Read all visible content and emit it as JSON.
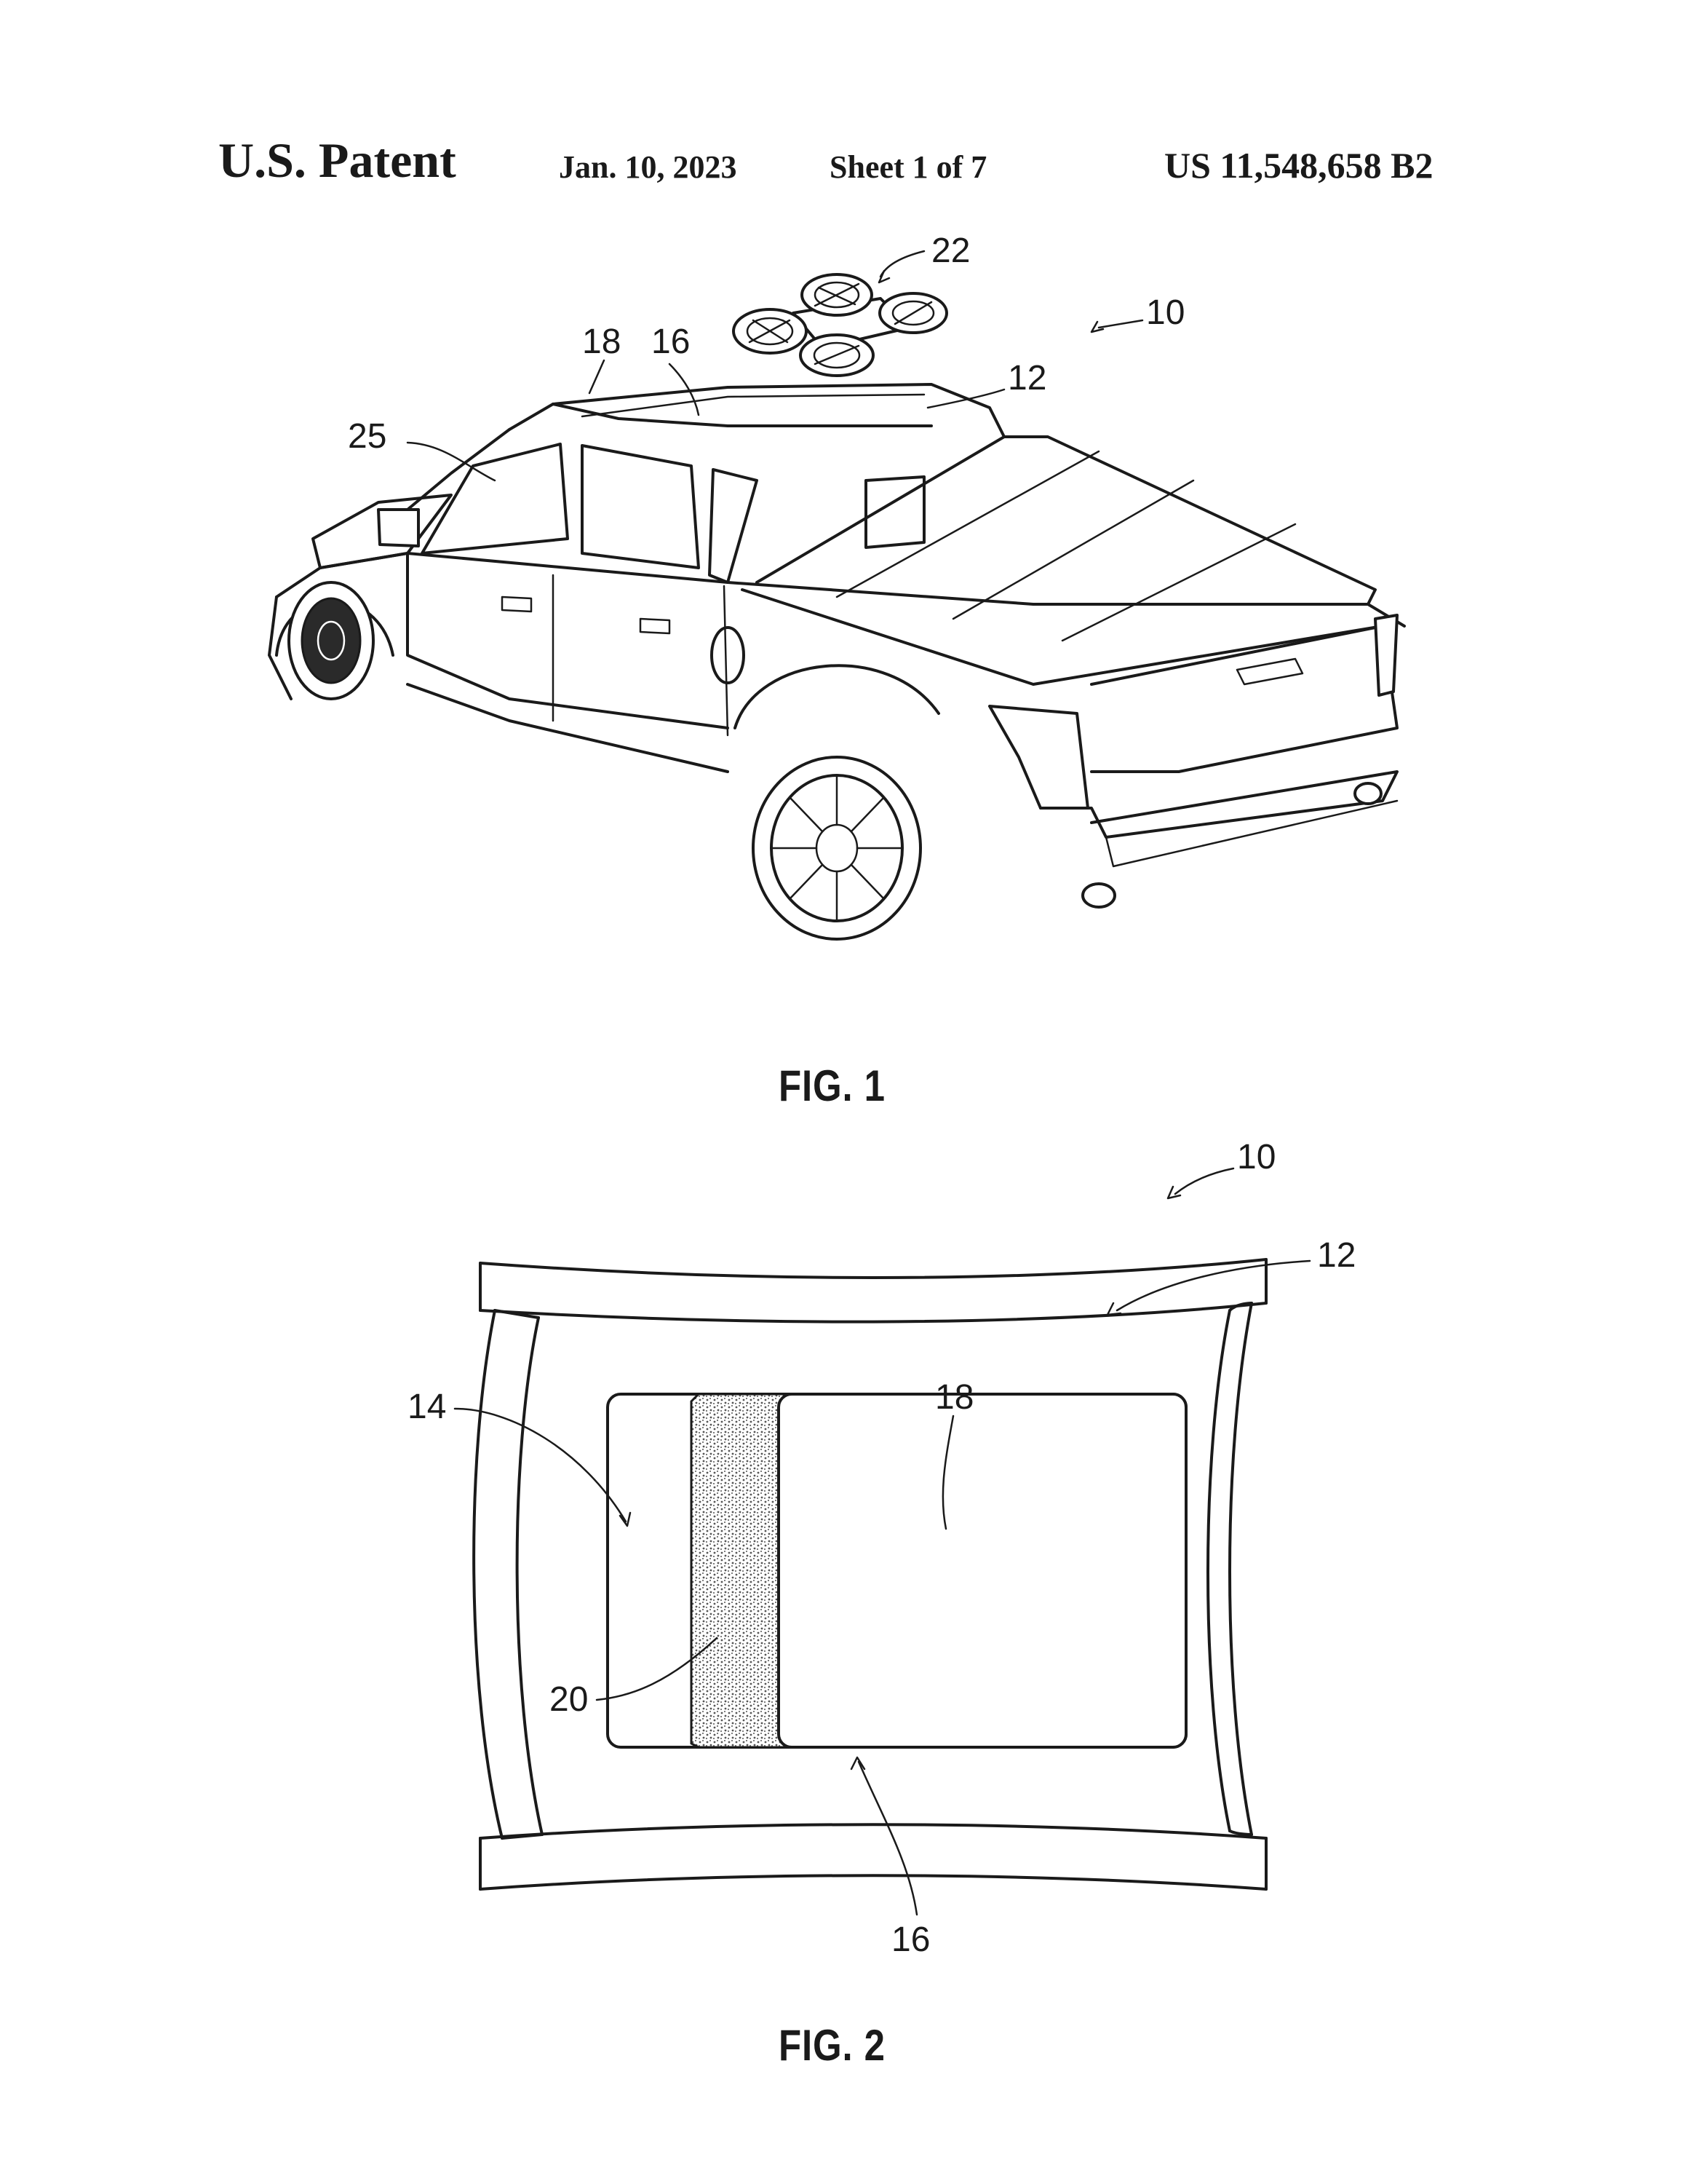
{
  "header": {
    "patent_label": "U.S. Patent",
    "date": "Jan. 10, 2023",
    "sheet": "Sheet 1 of 7",
    "patent_number": "US 11,548,658 B2"
  },
  "figures": [
    {
      "caption": "FIG. 1",
      "reference_numerals": [
        "10",
        "12",
        "16",
        "18",
        "22",
        "25"
      ]
    },
    {
      "caption": "FIG. 2",
      "reference_numerals": [
        "10",
        "12",
        "14",
        "16",
        "18",
        "20"
      ]
    }
  ],
  "colors": {
    "line": "#1a1a1a",
    "background": "#ffffff",
    "stipple": "#555555"
  }
}
